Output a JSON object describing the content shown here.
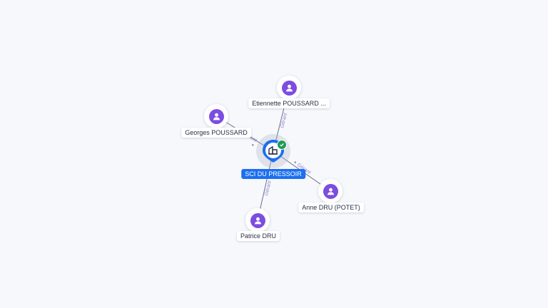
{
  "company": {
    "name": "SCI DU PRESSOIR",
    "icon": "building-icon",
    "status_icon": "check-icon",
    "color": "#1b6ff0"
  },
  "people": [
    {
      "name": "Etiennette POUSSARD ...",
      "role": "Gérant",
      "icon": "person-icon"
    },
    {
      "name": "Georges POUSSARD",
      "role": "Gérant",
      "icon": "person-icon"
    },
    {
      "name": "Anne DRU (POTET)",
      "role": "Gérant",
      "icon": "person-icon"
    },
    {
      "name": "Patrice DRU",
      "role": "Gérant",
      "icon": "person-icon"
    }
  ],
  "colors": {
    "person": "#7c4de0",
    "verified": "#1f9a57",
    "edge": "#6b6f86"
  }
}
